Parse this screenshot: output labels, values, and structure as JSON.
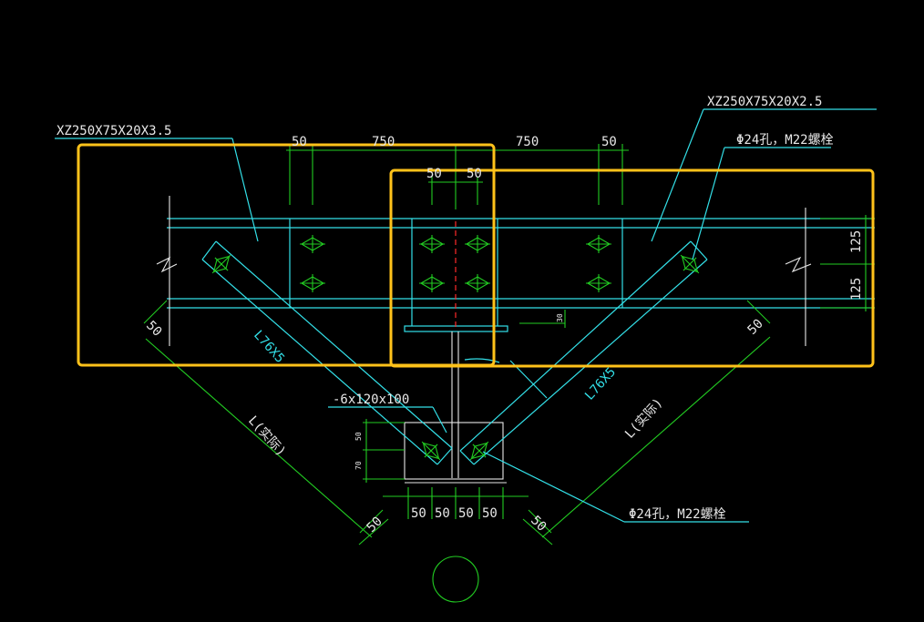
{
  "labels": {
    "left_purlin": "XZ250X75X20X3.5",
    "right_purlin": "XZ250X75X20X2.5",
    "bolt_top": "Φ24孔，M22螺栓",
    "bolt_bottom": "Φ24孔，M22螺栓",
    "plate": "-6x120x100",
    "angle_left": "L76X5",
    "angle_right": "L76X5",
    "length_left": "L(实际)",
    "length_right": "L(实际)"
  },
  "dims": {
    "top_left_50": "50",
    "top_left_750": "750",
    "top_right_750": "750",
    "top_right_50": "50",
    "center_50_a": "50",
    "center_50_b": "50",
    "right_125_a": "125",
    "right_125_b": "125",
    "small_30": "30",
    "diag_left_50": "50",
    "diag_right_50": "50",
    "bottom_left_50": "50",
    "bottom_right_50": "50",
    "bottom_row": [
      "50",
      "50",
      "50",
      "50"
    ],
    "plate_v_50": "50",
    "plate_v_70": "70"
  },
  "colors": {
    "member": "#33e0e8",
    "dimension": "#22cc22",
    "text": "#e8e8e8",
    "highlight": "#ffc21a",
    "centerline": "#ff2a2a"
  }
}
